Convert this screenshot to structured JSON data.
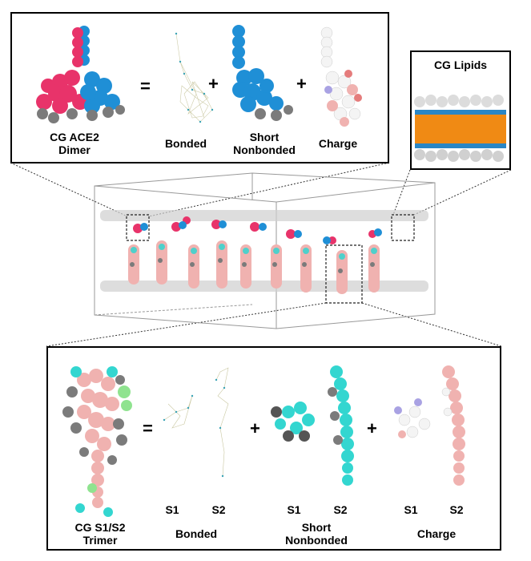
{
  "top_panel": {
    "title": "CG ACE2\nDimer",
    "terms": [
      "Bonded",
      "Short\nNonbonded",
      "Charge"
    ],
    "operators": [
      "=",
      "+",
      "+"
    ]
  },
  "lipid_panel": {
    "title": "CG Lipids"
  },
  "bottom_panel": {
    "title": "CG S1/S2\nTrimer",
    "operators": [
      "=",
      "+",
      "+"
    ],
    "chain_labels": [
      "S1",
      "S2",
      "S1",
      "S2",
      "S1",
      "S2"
    ],
    "terms": [
      "Bonded",
      "Short\nNonbonded",
      "Charge"
    ]
  },
  "colors": {
    "ace2_pink": "#e8336a",
    "ace2_blue": "#1f8fd6",
    "grey": "#7b7b7b",
    "cyan": "#33d6d0",
    "light_pink": "#f0b2b0",
    "lipid_orange": "#f08a14",
    "lipid_blue": "#2a86c5",
    "green": "#8fe38f",
    "white": "#f4f4f4"
  }
}
